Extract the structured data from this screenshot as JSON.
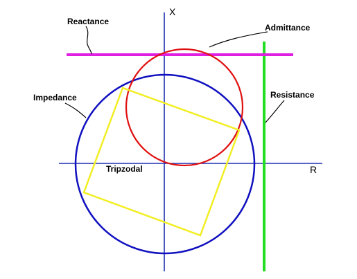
{
  "diagram": {
    "axes": {
      "x_label": "R",
      "y_label": "X",
      "color": "#1f2fb0"
    },
    "labels": {
      "reactance": "Reactance",
      "admittance": "Admittance",
      "impedance": "Impedance",
      "resistance": "Resistance",
      "tripzodal": "Tripzodal"
    },
    "colors": {
      "reactance": "#e020e0",
      "admittance": "#e01010",
      "impedance": "#1010c0",
      "resistance": "#22dd22",
      "tripzodal": "#f2ee22",
      "leader": "#000000"
    }
  }
}
